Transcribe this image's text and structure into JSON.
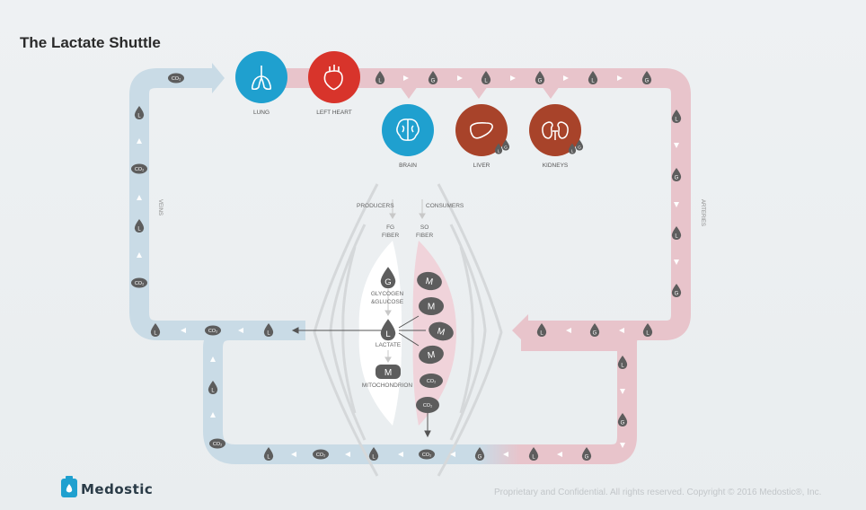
{
  "title": "The Lactate Shuttle",
  "organs": {
    "lung": "LUNG",
    "left_heart": "LEFT HEART",
    "brain": "BRAIN",
    "liver": "LIVER",
    "kidneys": "KIDNEYS"
  },
  "vessels": {
    "veins": "VEINS",
    "arteries": "ARTERIES"
  },
  "muscle": {
    "producers": "PRODUCERS",
    "consumers": "CONSUMERS",
    "fg_fiber": "FG\nFIBER",
    "so_fiber": "SO\nFIBER",
    "glycogen": "GLYCOGEN\n&GLUCOSE",
    "lactate": "LACTATE",
    "mitochondrion": "MITOCHONDRION"
  },
  "tokens": {
    "lactate": "L",
    "glucose": "G",
    "co2": "CO₂",
    "mito": "M"
  },
  "brand": "Medostic",
  "footer": "Proprietary and Confidential.  All rights reserved. Copyright © 2016 Medostic®, Inc.",
  "colors": {
    "vein": "#c9dbe6",
    "artery": "#e8c4cb",
    "lung": "#1fa0cf",
    "heart": "#d8342b",
    "brain": "#1fa0cf",
    "liver": "#a8432a",
    "kidneys": "#a8432a",
    "token": "#5d5d5d"
  }
}
